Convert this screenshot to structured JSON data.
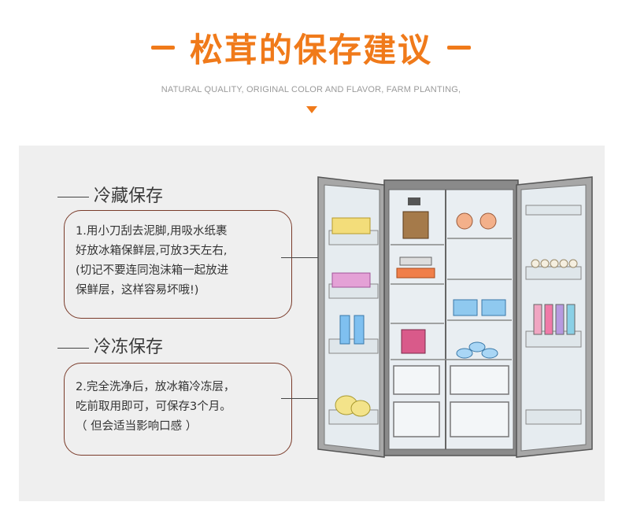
{
  "header": {
    "title": "松茸的保存建议",
    "subtitle": "NATURAL QUALITY, ORIGINAL COLOR AND FLAVOR, FARM PLANTING,"
  },
  "sections": [
    {
      "title": "冷藏保存",
      "lines": [
        "1.用小刀刮去泥脚,用吸水纸裹",
        "好放冰箱保鲜层,可放3天左右,",
        "(切记不要连同泡沫箱一起放进",
        "保鲜层，这样容易坏哦!)"
      ]
    },
    {
      "title": "冷冻保存",
      "lines": [
        "2.完全洗净后，放冰箱冷冻层，",
        "吃前取用即可，可保存3个月。",
        "（ 但会适当影响口感 ）"
      ]
    }
  ],
  "colors": {
    "accent": "#f07a1a",
    "border": "#7a3b2a",
    "panel": "#efefef"
  }
}
